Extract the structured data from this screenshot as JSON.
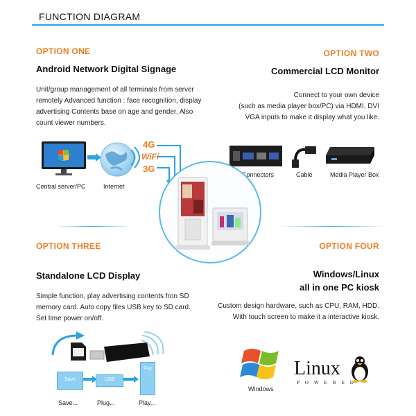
{
  "header": {
    "title": "FUNCTION DIAGRAM"
  },
  "option_one": {
    "label": "OPTION ONE",
    "heading": "Android Network Digital Signage",
    "desc_lines": [
      "Unit/group management of all terminals from server",
      "remotely Advanced function : face recognition, display",
      "advertising Contents base on age and gender, Also",
      "count viewer numbers."
    ],
    "captions": {
      "server": "Central server/PC",
      "internet": "Internet"
    },
    "network_labels": {
      "g4": "4G",
      "wifi": "WiFi",
      "g3": "3G"
    }
  },
  "option_two": {
    "label": "OPTION TWO",
    "heading": "Commercial LCD Monitor",
    "desc_lines": [
      "Connect to your own device",
      "(such as media player box/PC) via HDMI, DVI",
      "VGA inputs to make it display what you like."
    ],
    "captions": {
      "connectors": "Connectors",
      "cable": "Cable",
      "player": "Media Player Box"
    }
  },
  "option_three": {
    "label": "OPTION THREE",
    "heading": "Standalone LCD Display",
    "desc_lines": [
      "Simple function, play advertising contents fron SD",
      "memory card. Auto copy files USB key to SD card.",
      "Set time power on/off."
    ],
    "screen_labels": {
      "save": "Save",
      "usb": "USB",
      "play": "Play"
    },
    "captions": {
      "save": "Save...",
      "plug": "Plug...",
      "play": "Play..."
    }
  },
  "option_four": {
    "label": "OPTION FOUR",
    "heading_lines": [
      "Windows/Linux",
      "all in one PC kiosk"
    ],
    "desc_lines": [
      "Custom design hardware, such as CPU, RAM, HDD.",
      "With touch screen to make it a interactive kiosk."
    ],
    "logos": {
      "windows": "Windows",
      "linux": "Linux",
      "linux_sub": "POWERED"
    }
  },
  "colors": {
    "accent": "#f07d1e",
    "line": "#2aa3df"
  }
}
